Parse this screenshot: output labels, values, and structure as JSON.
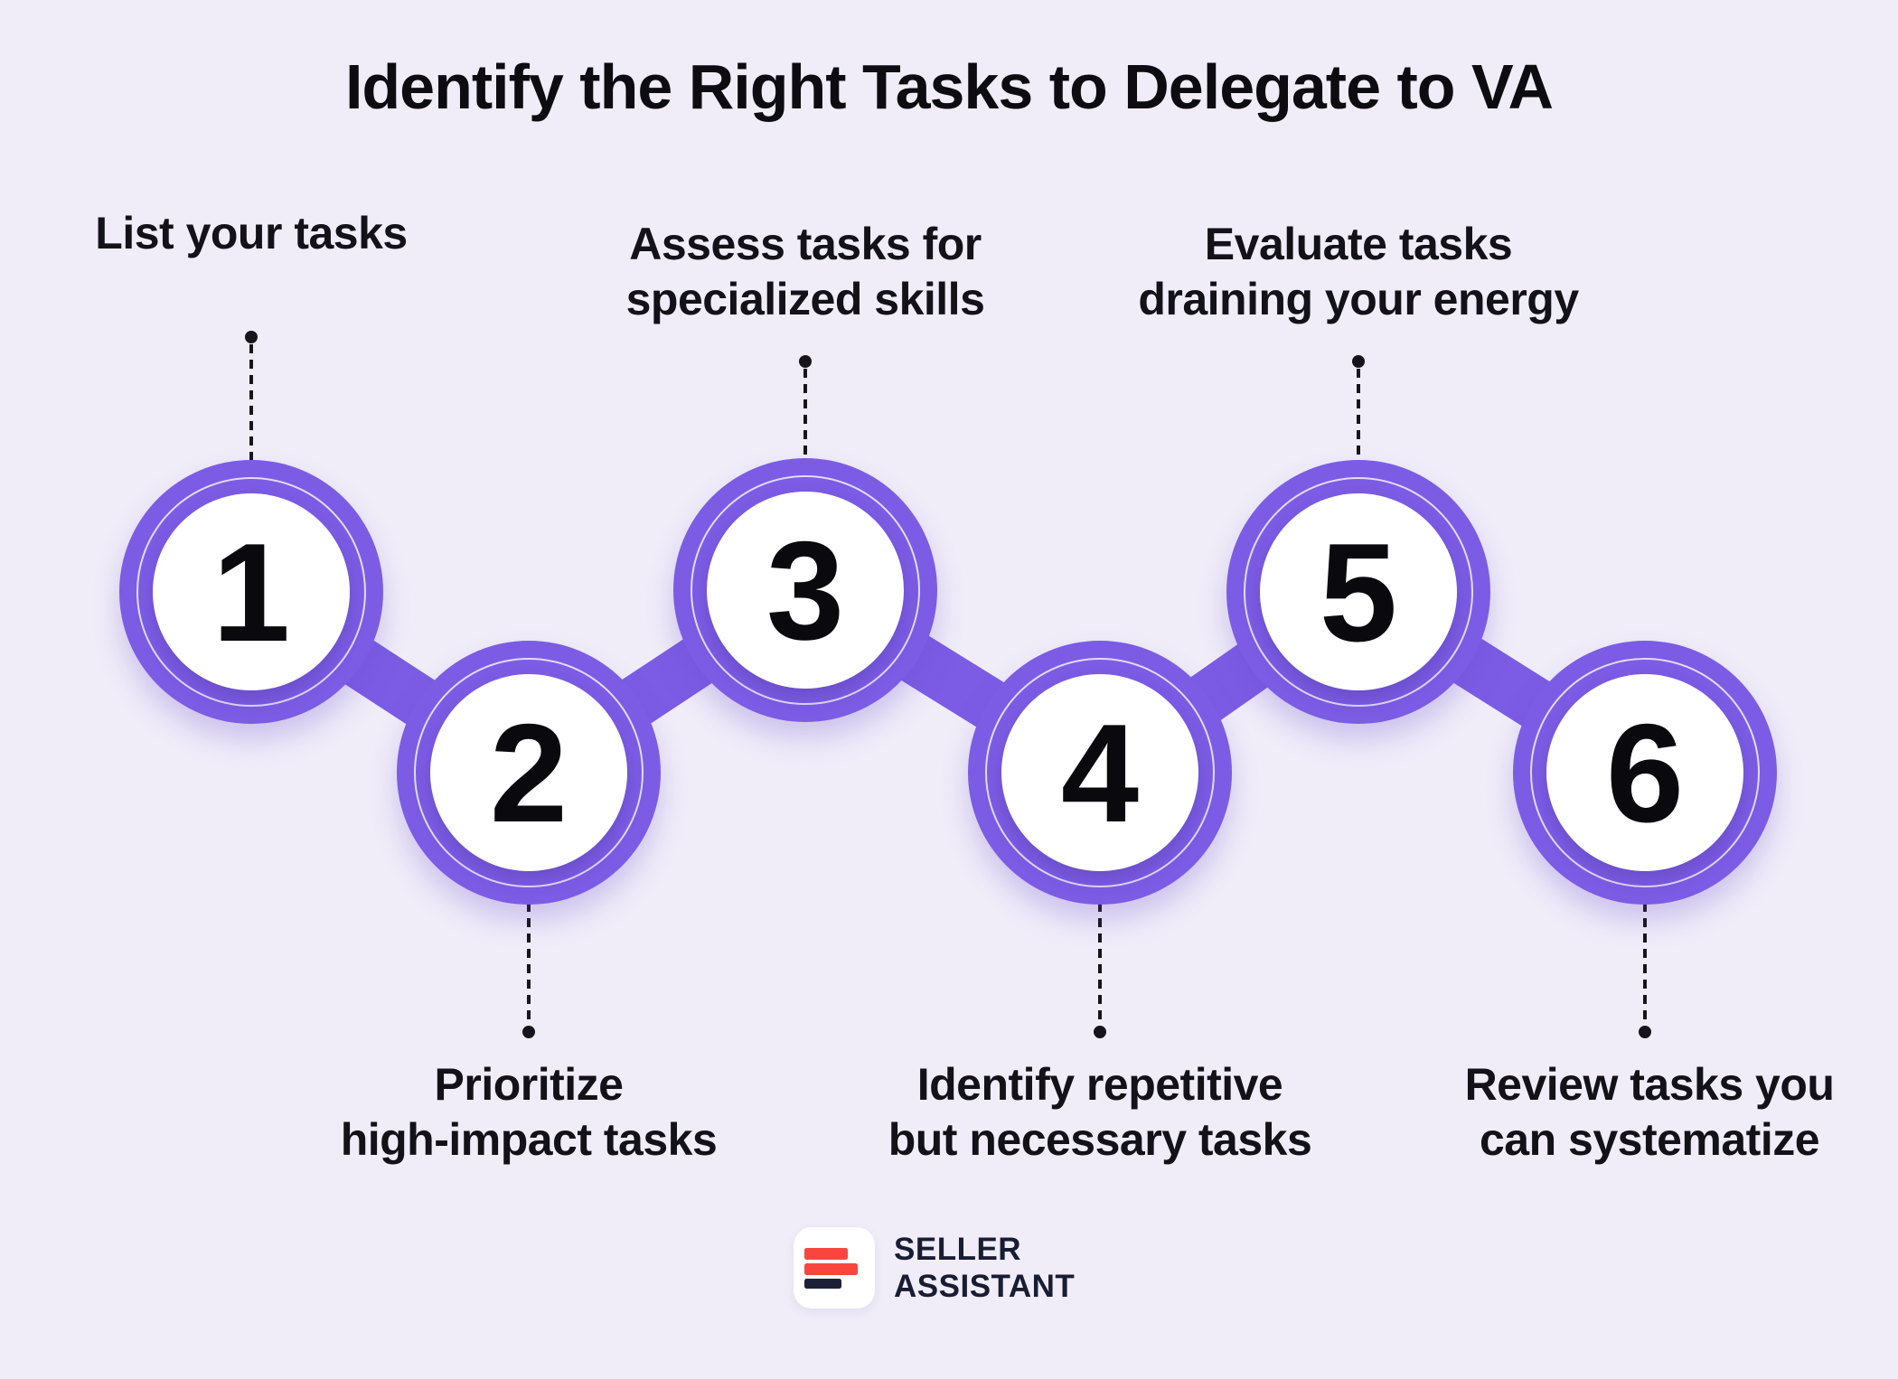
{
  "title": "Identify the Right Tasks to Delegate to VA",
  "steps": [
    {
      "number": "1",
      "label": "List your tasks",
      "label_position": "top"
    },
    {
      "number": "2",
      "label": "Prioritize\nhigh-impact tasks",
      "label_position": "bottom"
    },
    {
      "number": "3",
      "label": "Assess tasks for\nspecialized skills",
      "label_position": "top"
    },
    {
      "number": "4",
      "label": "Identify repetitive\nbut necessary tasks",
      "label_position": "bottom"
    },
    {
      "number": "5",
      "label": "Evaluate tasks\ndraining your energy",
      "label_position": "top"
    },
    {
      "number": "6",
      "label": "Review tasks you\ncan systematize",
      "label_position": "bottom"
    }
  ],
  "logo": {
    "line1": "SELLER",
    "line2": "ASSISTANT"
  },
  "colors": {
    "background": "#F0EDF9",
    "accent_purple": "#7C5CE4",
    "circle_fill": "#FFFFFF",
    "text": "#0C0C11",
    "leader_line": "#15151B",
    "logo_red": "#F8463E",
    "logo_navy": "#1C2137"
  }
}
